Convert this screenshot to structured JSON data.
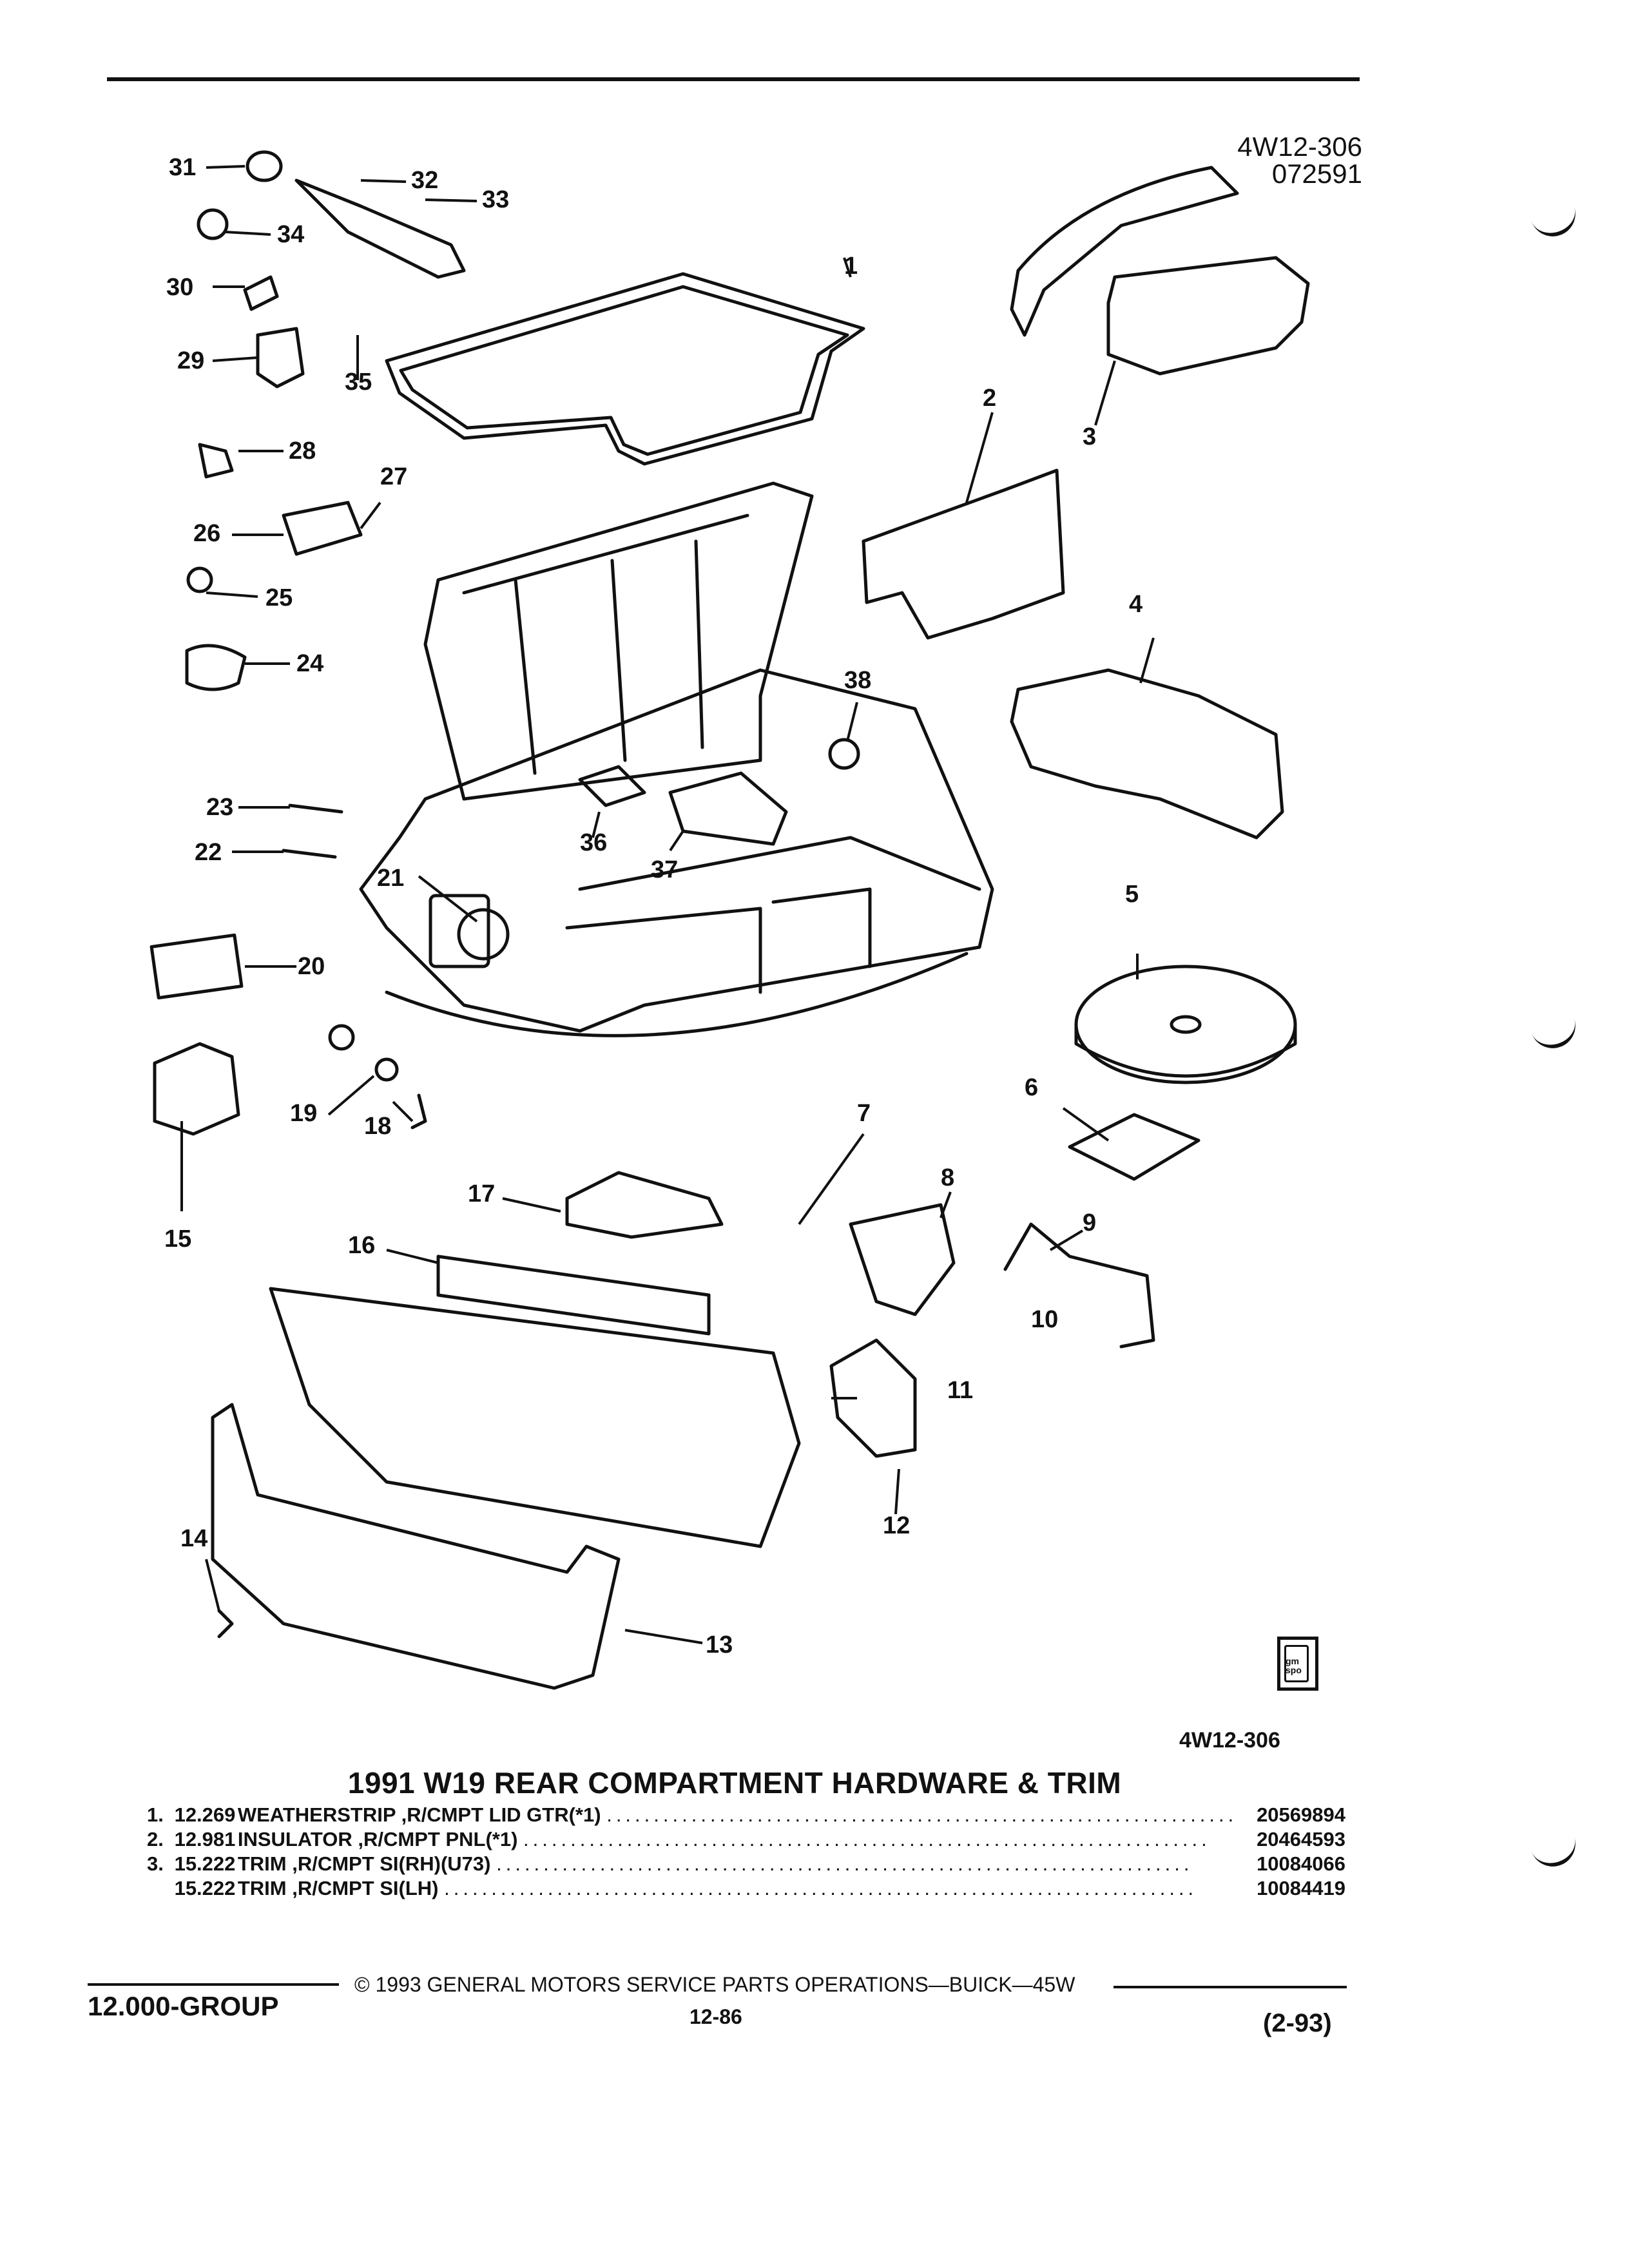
{
  "header": {
    "ref_code": "4W12-306",
    "ref_date": "072591"
  },
  "diagram": {
    "ref_code_bottom": "4W12-306",
    "callouts": [
      "1",
      "2",
      "3",
      "4",
      "5",
      "6",
      "7",
      "8",
      "9",
      "10",
      "11",
      "12",
      "13",
      "14",
      "15",
      "16",
      "17",
      "18",
      "19",
      "20",
      "21",
      "22",
      "23",
      "24",
      "25",
      "26",
      "27",
      "28",
      "29",
      "30",
      "31",
      "32",
      "33",
      "34",
      "35",
      "36",
      "37",
      "38"
    ],
    "badge_text": "gm spo"
  },
  "title": "1991 W19 REAR COMPARTMENT HARDWARE & TRIM",
  "parts": [
    {
      "num": "1.",
      "group": "12.269",
      "desc": "WEATHERSTRIP ,R/CMPT LID GTR(*1)",
      "part_no": "20569894"
    },
    {
      "num": "2.",
      "group": "12.981",
      "desc": "INSULATOR ,R/CMPT PNL(*1)",
      "part_no": "20464593"
    },
    {
      "num": "3.",
      "group": "15.222",
      "desc": "TRIM ,R/CMPT SI(RH)(U73)",
      "part_no": "10084066"
    },
    {
      "num": "",
      "group": "15.222",
      "desc": "TRIM ,R/CMPT SI(LH)",
      "part_no": "10084419"
    }
  ],
  "footer": {
    "copyright": "© 1993 GENERAL MOTORS SERVICE PARTS OPERATIONS—BUICK—45W",
    "group": "12.000-GROUP",
    "page": "12-86",
    "date": "(2-93)"
  }
}
